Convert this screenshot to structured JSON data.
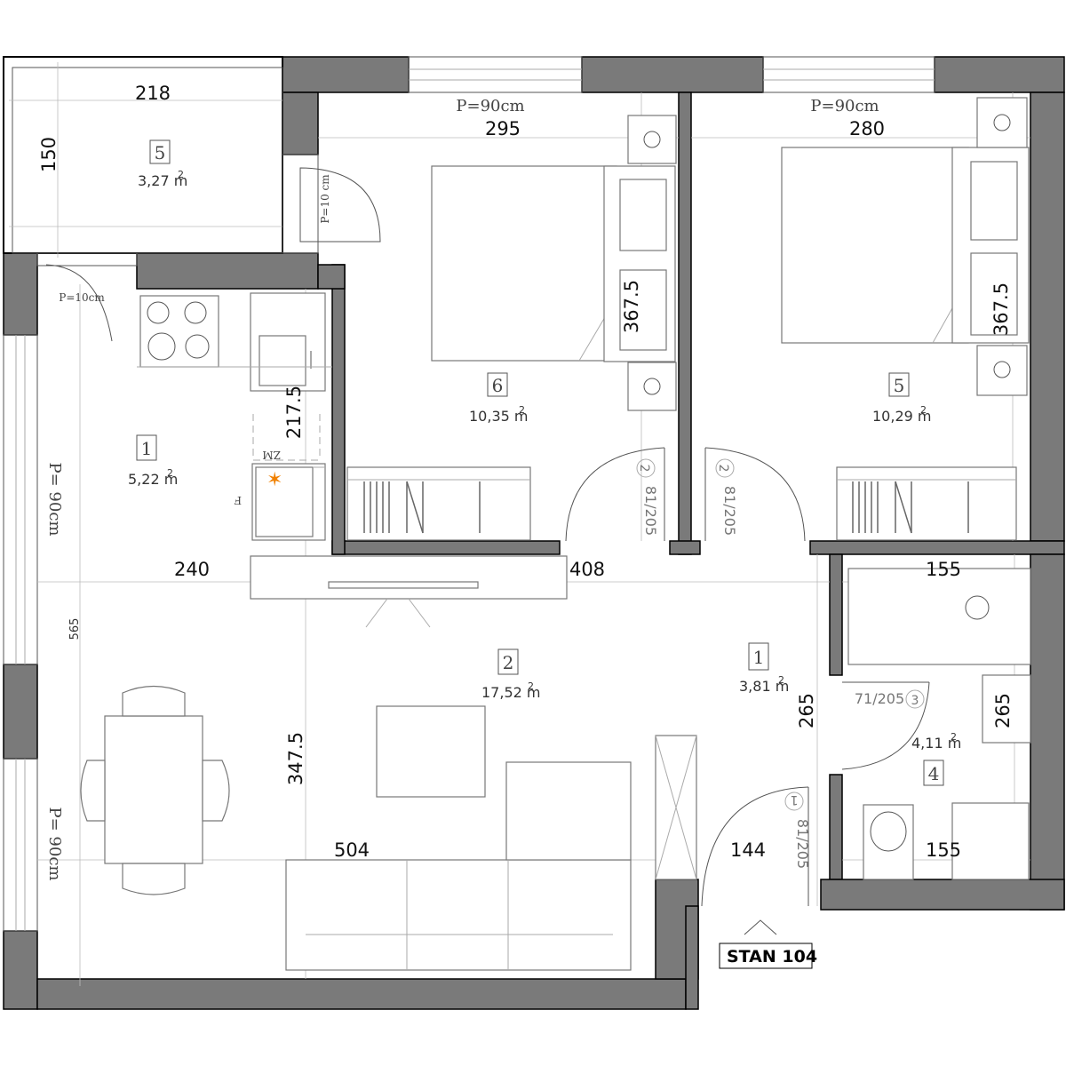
{
  "plan_label": "STAN 104",
  "rooms": [
    {
      "number": "5",
      "area": "3,27 m",
      "sup": "2"
    },
    {
      "number": "6",
      "area": "10,35 m",
      "sup": "2"
    },
    {
      "number": "5",
      "area": "10,29 m",
      "sup": "2"
    },
    {
      "number": "1",
      "area": "5,22 m",
      "sup": "2"
    },
    {
      "number": "2",
      "area": "17,52 m",
      "sup": "2"
    },
    {
      "number": "1",
      "area": "3,81 m",
      "sup": "2"
    },
    {
      "number": "4",
      "area": "4,11 m",
      "sup": "2"
    }
  ],
  "dimensions": {
    "balcony_width": "218",
    "balcony_depth": "150",
    "bedroom1_width": "295",
    "bedroom2_width": "280",
    "bedroom1_depth": "367.5",
    "bedroom2_depth": "367.5",
    "kitchen_depth": "217.5",
    "kitchen_width": "240",
    "hall_width": "408",
    "bath_width_top": "155",
    "bath_width_bottom": "155",
    "bath_depth": "265",
    "hall_depth": "265",
    "living_depth": "347.5",
    "living_width": "504",
    "entry_width": "144",
    "total_depth": "565"
  },
  "windows": {
    "bedroom1": "P=90cm",
    "bedroom2": "P=90cm",
    "balcony_door": "P=10 cm",
    "kitchen_window": "P=10cm",
    "left_window_upper": "P= 90cm",
    "left_window_lower": "P= 90cm"
  },
  "doors": {
    "bedroom1": "81/205",
    "bedroom2": "81/205",
    "entry": "81/205",
    "bathroom": "71/205",
    "bedroom1_num": "2",
    "bedroom2_num": "2",
    "entry_num": "1",
    "bathroom_num": "3"
  },
  "kitchen": {
    "fridge_label": "F",
    "dishwasher_label": "ZM"
  }
}
